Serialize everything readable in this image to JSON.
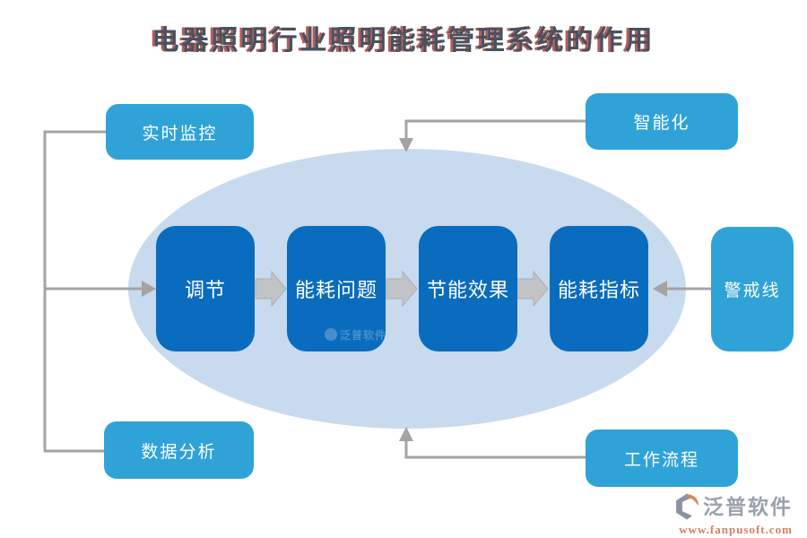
{
  "title": "电器照明行业照明能耗管理系统的作用",
  "flow": {
    "steps": [
      {
        "label": "调节"
      },
      {
        "label": "能耗问题"
      },
      {
        "label": "节能效果"
      },
      {
        "label": "能耗指标"
      }
    ]
  },
  "satellites": {
    "top_left": {
      "label": "实时监控"
    },
    "top_right": {
      "label": "智能化"
    },
    "bottom_left": {
      "label": "数据分析"
    },
    "bottom_right": {
      "label": "工作流程"
    },
    "right": {
      "label": "警戒线"
    }
  },
  "watermark": {
    "label": "泛普软件"
  },
  "branding": {
    "name": "泛普软件",
    "url": "www.fanpusoft.com"
  },
  "colors": {
    "title_text": "#47525f",
    "title_shadow": "#b65c5c",
    "ellipse_fill": "#c8daee",
    "step_fill": "#0a6cbe",
    "satellite_fill": "#2fa3d8",
    "connector_gray": "#a3a3a3",
    "block_arrow_fill": "#c2c3c6",
    "block_arrow_edge": "#aeaeb1",
    "box_text": "#ffffff",
    "logo_text": "#9aa1ad",
    "logo_url": "#d57f62",
    "logo_orange": "#e08255",
    "logo_gray": "#8a93a5"
  }
}
